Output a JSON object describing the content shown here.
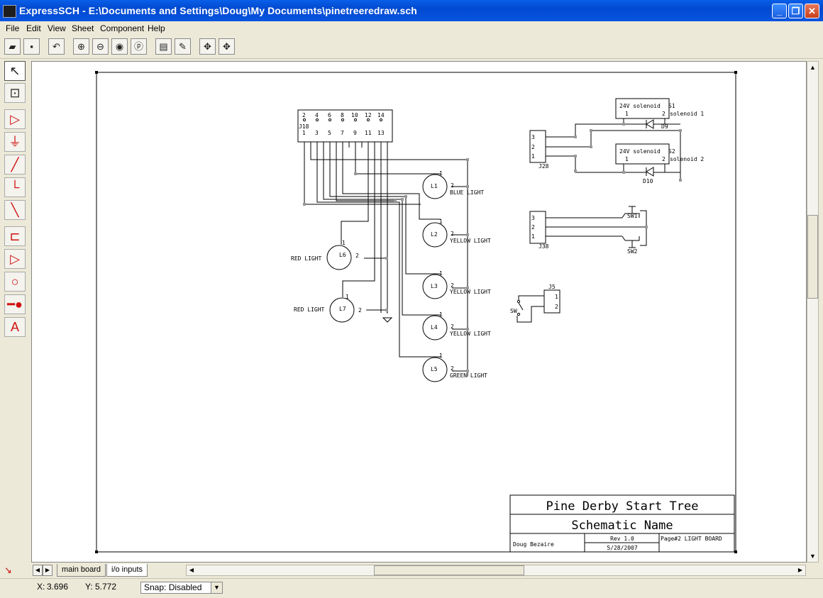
{
  "window": {
    "title": "ExpressSCH - E:\\Documents and Settings\\Doug\\My Documents\\pinetreeredraw.sch"
  },
  "menu": [
    "File",
    "Edit",
    "View",
    "Sheet",
    "Component",
    "Help"
  ],
  "tabs": {
    "main": "main board",
    "io": "i/o inputs"
  },
  "status": {
    "x_label": "X:",
    "x_value": "3.696",
    "y_label": "Y:",
    "y_value": "5.772",
    "snap_value": "Snap: Disabled"
  },
  "schematic": {
    "title_block": {
      "title": "Pine Derby Start Tree",
      "subtitle": "Schematic Name",
      "author": "Doug Bezaire",
      "rev": "Rev 1.0",
      "date": "5/28/2007",
      "page": "Page#2 LIGHT BOARD"
    },
    "connector_j18": {
      "ref": "J18",
      "top_pins": [
        "2",
        "4",
        "6",
        "8",
        "10",
        "12",
        "14"
      ],
      "bottom_pins": [
        "1",
        "3",
        "5",
        "7",
        "9",
        "11",
        "13"
      ]
    },
    "lamps": [
      {
        "ref": "L1",
        "label": "BLUE LIGHT"
      },
      {
        "ref": "L2",
        "label": "YELLOW LIGHT"
      },
      {
        "ref": "L3",
        "label": "YELLOW LIGHT"
      },
      {
        "ref": "L4",
        "label": "YELLOW LIGHT"
      },
      {
        "ref": "L5",
        "label": "GREEN LIGHT"
      },
      {
        "ref": "L6",
        "label": "RED LIGHT"
      },
      {
        "ref": "L7",
        "label": "RED LIGHT"
      }
    ],
    "solenoids": [
      {
        "part": "24V solenoid",
        "ref": "S1",
        "label": "solenoid 1",
        "diode": "D9"
      },
      {
        "part": "24V solenoid",
        "ref": "S2",
        "label": "solenoid 2",
        "diode": "D10"
      }
    ],
    "connectors": [
      {
        "ref": "J28",
        "pins": [
          "3",
          "2",
          "1"
        ]
      },
      {
        "ref": "J38",
        "pins": [
          "3",
          "2",
          "1"
        ]
      },
      {
        "ref": "J5",
        "pins": [
          "1",
          "2"
        ]
      }
    ],
    "switches": [
      "SW1",
      "SW2",
      "SW"
    ],
    "pin_labels": {
      "one": "1",
      "two": "2"
    }
  }
}
